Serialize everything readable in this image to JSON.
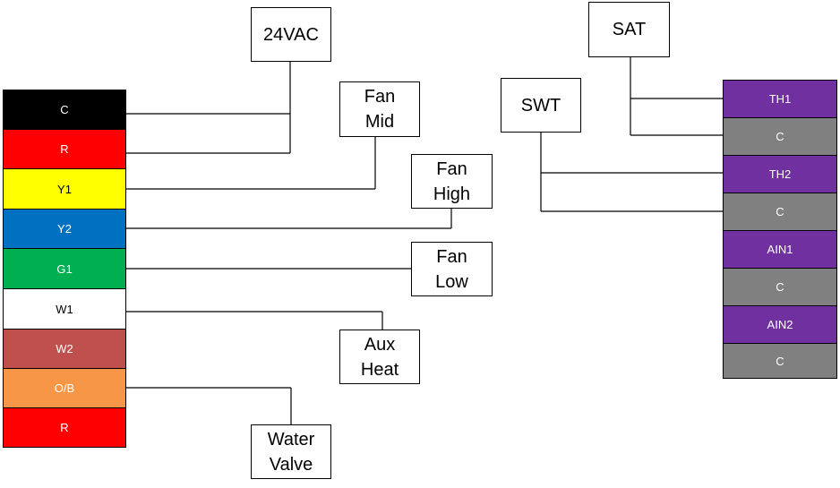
{
  "left_terminals": [
    {
      "label": "C",
      "fill": "#000000",
      "text": "#ffffff"
    },
    {
      "label": "R",
      "fill": "#ff0000",
      "text": "#ffffff"
    },
    {
      "label": "Y1",
      "fill": "#ffff00",
      "text": "#000000"
    },
    {
      "label": "Y2",
      "fill": "#0070c0",
      "text": "#ffffff"
    },
    {
      "label": "G1",
      "fill": "#00b050",
      "text": "#ffffff"
    },
    {
      "label": "W1",
      "fill": "#ffffff",
      "text": "#000000"
    },
    {
      "label": "W2",
      "fill": "#c0504d",
      "text": "#ffffff"
    },
    {
      "label": "O/B",
      "fill": "#f79646",
      "text": "#ffffff"
    },
    {
      "label": "R",
      "fill": "#ff0000",
      "text": "#ffffff"
    }
  ],
  "right_terminals": [
    {
      "label": "TH1",
      "fill": "#7030a0",
      "text": "#ffffff"
    },
    {
      "label": "C",
      "fill": "#808080",
      "text": "#ffffff"
    },
    {
      "label": "TH2",
      "fill": "#7030a0",
      "text": "#ffffff"
    },
    {
      "label": "C",
      "fill": "#808080",
      "text": "#ffffff"
    },
    {
      "label": "AIN1",
      "fill": "#7030a0",
      "text": "#ffffff"
    },
    {
      "label": "C",
      "fill": "#808080",
      "text": "#ffffff"
    },
    {
      "label": "AIN2",
      "fill": "#7030a0",
      "text": "#ffffff"
    },
    {
      "label": "C",
      "fill": "#808080",
      "text": "#ffffff"
    }
  ],
  "devices": {
    "vac24": "24VAC",
    "fan_mid": "Fan\nMid",
    "fan_high": "Fan\nHigh",
    "fan_low": "Fan\nLow",
    "aux_heat": "Aux\nHeat",
    "water_valve": "Water\nValve",
    "swt": "SWT",
    "sat": "SAT"
  }
}
